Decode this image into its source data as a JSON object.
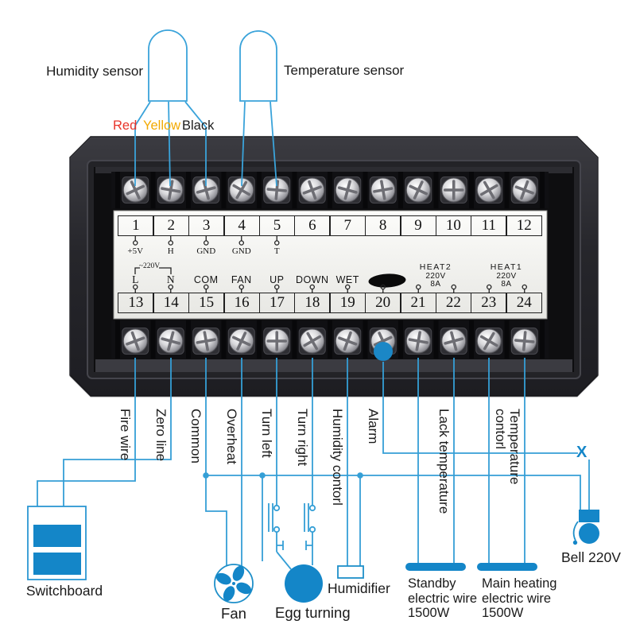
{
  "sensors": {
    "humidity_label": "Humidity sensor",
    "temperature_label": "Temperature sensor",
    "wire_colors": [
      {
        "label": "Red",
        "color": "#e8342a"
      },
      {
        "label": "Yellow",
        "color": "#f2a900"
      },
      {
        "label": "Black",
        "color": "#1a1a1a"
      }
    ]
  },
  "terminal_block": {
    "top_numbers": [
      "1",
      "2",
      "3",
      "4",
      "5",
      "6",
      "7",
      "8",
      "9",
      "10",
      "11",
      "12"
    ],
    "bottom_numbers": [
      "13",
      "14",
      "15",
      "16",
      "17",
      "18",
      "19",
      "20",
      "21",
      "22",
      "23",
      "24"
    ],
    "top_pins": [
      {
        "terminal": 1,
        "label": "+5V"
      },
      {
        "terminal": 2,
        "label": "H"
      },
      {
        "terminal": 3,
        "label": "GND"
      },
      {
        "terminal": 4,
        "label": "GND"
      },
      {
        "terminal": 5,
        "label": "T"
      }
    ],
    "power_bracket": {
      "label": "~220V",
      "l": "L",
      "n": "N"
    },
    "function_labels": [
      {
        "terminal": 15,
        "label": "COM"
      },
      {
        "terminal": 16,
        "label": "FAN"
      },
      {
        "terminal": 17,
        "label": "UP"
      },
      {
        "terminal": 18,
        "label": "DOWN"
      },
      {
        "terminal": 19,
        "label": "WET"
      }
    ],
    "heat2": {
      "name": "HEAT2",
      "voltage": "220V",
      "current": "8A"
    },
    "heat1": {
      "name": "HEAT1",
      "voltage": "220V",
      "current": "8A"
    }
  },
  "wire_labels": [
    {
      "terminal": 13,
      "label": "Fire wire"
    },
    {
      "terminal": 14,
      "label": "Zero line"
    },
    {
      "terminal": 15,
      "label": "Common"
    },
    {
      "terminal": 16,
      "label": "Overheat"
    },
    {
      "terminal": 17,
      "label": "Turn left"
    },
    {
      "terminal": 18,
      "label": "Turn right"
    },
    {
      "terminal": 19,
      "label": "Humidity contorl"
    },
    {
      "terminal": 20,
      "label": "Alarm"
    },
    {
      "terminal": 22,
      "label": "Lack temperature"
    },
    {
      "terminal": 24,
      "label": "Temperature contorl"
    }
  ],
  "devices": {
    "switchboard": "Switchboard",
    "fan": "Fan",
    "egg_turning": "Egg turning",
    "humidifier": "Humidifier",
    "standby_heater": [
      "Standby",
      "electric wire",
      "1500W"
    ],
    "main_heater": [
      "Main heating",
      "electric wire",
      "1500W"
    ],
    "bell": "Bell 220V"
  },
  "wiring": {
    "x_mark": "X"
  },
  "colors": {
    "wire": "#359fd6",
    "device_fill": "#1486c8",
    "device_stroke": "#1e8fc9"
  }
}
